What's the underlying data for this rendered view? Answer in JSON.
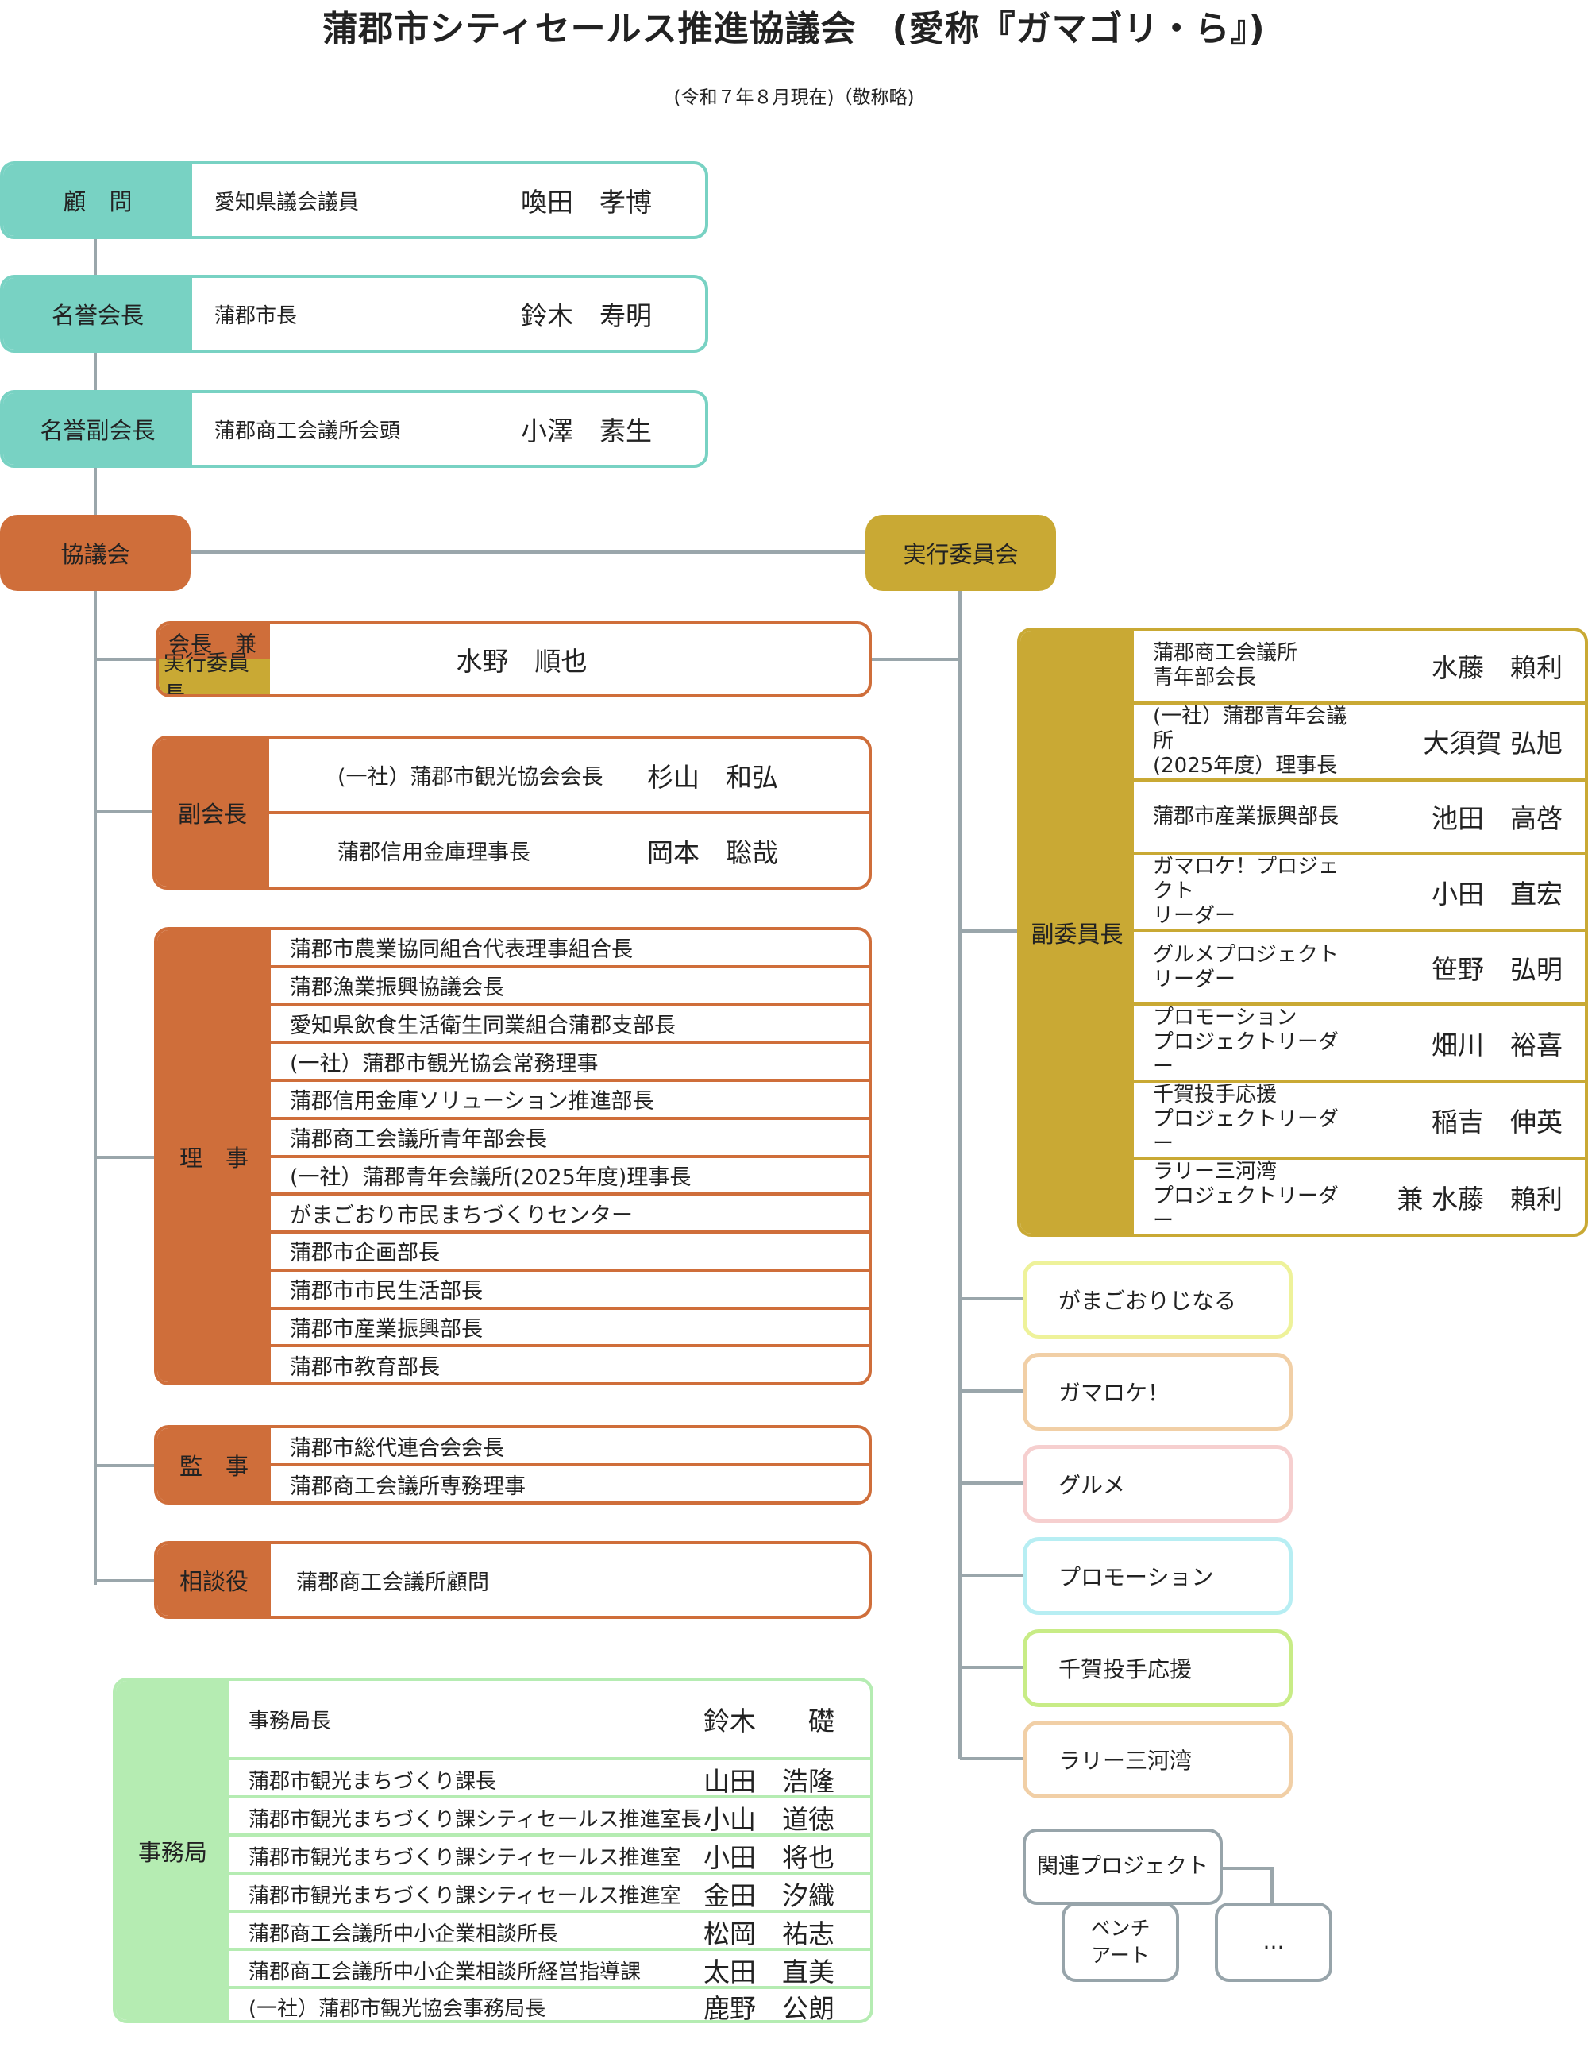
{
  "title": "蒲郡市シティセールス推進協議会　(愛称『ガマゴリ・ら』)",
  "note": "(令和７年８月現在)（敬称略)",
  "top_rows": [
    {
      "label": "顧　問",
      "role": "愛知県議会議員",
      "name": "喚田　孝博"
    },
    {
      "label": "名誉会長",
      "role": "蒲郡市長",
      "name": "鈴木　寿明"
    },
    {
      "label": "名誉副会長",
      "role": "蒲郡商工会議所会頭",
      "name": "小澤　素生"
    }
  ],
  "council_label": "協議会",
  "exec_label": "実行委員会",
  "chair": {
    "label_top": "会長　兼",
    "label_bottom": "実行委員長",
    "name": "水野　順也"
  },
  "vice_chairs": {
    "label": "副会長",
    "rows": [
      {
        "role": "(一社）蒲郡市観光協会会長",
        "name": "杉山　和弘"
      },
      {
        "role": "蒲郡信用金庫理事長",
        "name": "岡本　聡哉"
      }
    ]
  },
  "directors": {
    "label": "理　事",
    "rows": [
      "蒲郡市農業協同組合代表理事組合長",
      "蒲郡漁業振興協議会長",
      "愛知県飲食生活衛生同業組合蒲郡支部長",
      "(一社）蒲郡市観光協会常務理事",
      "蒲郡信用金庫ソリューション推進部長",
      "蒲郡商工会議所青年部会長",
      "(一社）蒲郡青年会議所(2025年度)理事長",
      "がまごおり市民まちづくりセンター",
      "蒲郡市企画部長",
      "蒲郡市市民生活部長",
      "蒲郡市産業振興部長",
      "蒲郡市教育部長"
    ]
  },
  "auditors": {
    "label": "監　事",
    "rows": [
      "蒲郡市総代連合会会長",
      "蒲郡商工会議所専務理事"
    ]
  },
  "advisor": {
    "label": "相談役",
    "rows": [
      "蒲郡商工会議所顧問"
    ]
  },
  "vice_committee": {
    "label": "副委員長",
    "rows": [
      {
        "role": "蒲郡商工会議所\n青年部会長",
        "name": "水藤　賴利"
      },
      {
        "role": "(一社）蒲郡青年会議所\n(2025年度）理事長",
        "name": "大須賀 弘旭"
      },
      {
        "role": "蒲郡市産業振興部長",
        "name": "池田　高啓"
      },
      {
        "role": "ガマロケ！プロジェクト\nリーダー",
        "name": "小田　直宏"
      },
      {
        "role": "グルメプロジェクト\nリーダー",
        "name": "笹野　弘明"
      },
      {
        "role": "プロモーション\nプロジェクトリーダー",
        "name": "畑川　裕喜"
      },
      {
        "role": "千賀投手応援\nプロジェクトリーダー",
        "name": "稲吉　伸英"
      },
      {
        "role": "ラリー三河湾\nプロジェクトリーダー",
        "name": "兼 水藤　賴利"
      }
    ]
  },
  "projects": [
    {
      "label": "がまごおりじなる",
      "color": "#eef29a"
    },
    {
      "label": "ガマロケ！",
      "color": "#f1cfa6"
    },
    {
      "label": "グルメ",
      "color": "#f6cfcf"
    },
    {
      "label": "プロモーション",
      "color": "#b7eef3"
    },
    {
      "label": "千賀投手応援",
      "color": "#c8ec86"
    },
    {
      "label": "ラリー三河湾",
      "color": "#f1cfa6"
    }
  ],
  "related": {
    "label": "関連プロジェクト",
    "children": [
      "ベンチ\nアート",
      "…"
    ]
  },
  "secretariat": {
    "label": "事務局",
    "head": {
      "role": "事務局長",
      "name": "鈴木　　礎"
    },
    "rows": [
      {
        "role": "蒲郡市観光まちづくり課長",
        "name": "山田　浩隆"
      },
      {
        "role": "蒲郡市観光まちづくり課シティセールス推進室長",
        "name": "小山　道徳"
      },
      {
        "role": "蒲郡市観光まちづくり課シティセールス推進室",
        "name": "小田　将也"
      },
      {
        "role": "蒲郡市観光まちづくり課シティセールス推進室",
        "name": "金田　汐織"
      },
      {
        "role": "蒲郡商工会議所中小企業相談所長",
        "name": "松岡　祐志"
      },
      {
        "role": "蒲郡商工会議所中小企業相談所経営指導課",
        "name": "太田　直美"
      },
      {
        "role": "(一社）蒲郡市観光協会事務局長",
        "name": "鹿野　公朗"
      }
    ]
  },
  "colors": {
    "teal": "#78d2c3",
    "orange": "#cf6e3a",
    "gold": "#c9a934",
    "green": "#b5ecb2",
    "line": "#9aa6ab"
  }
}
